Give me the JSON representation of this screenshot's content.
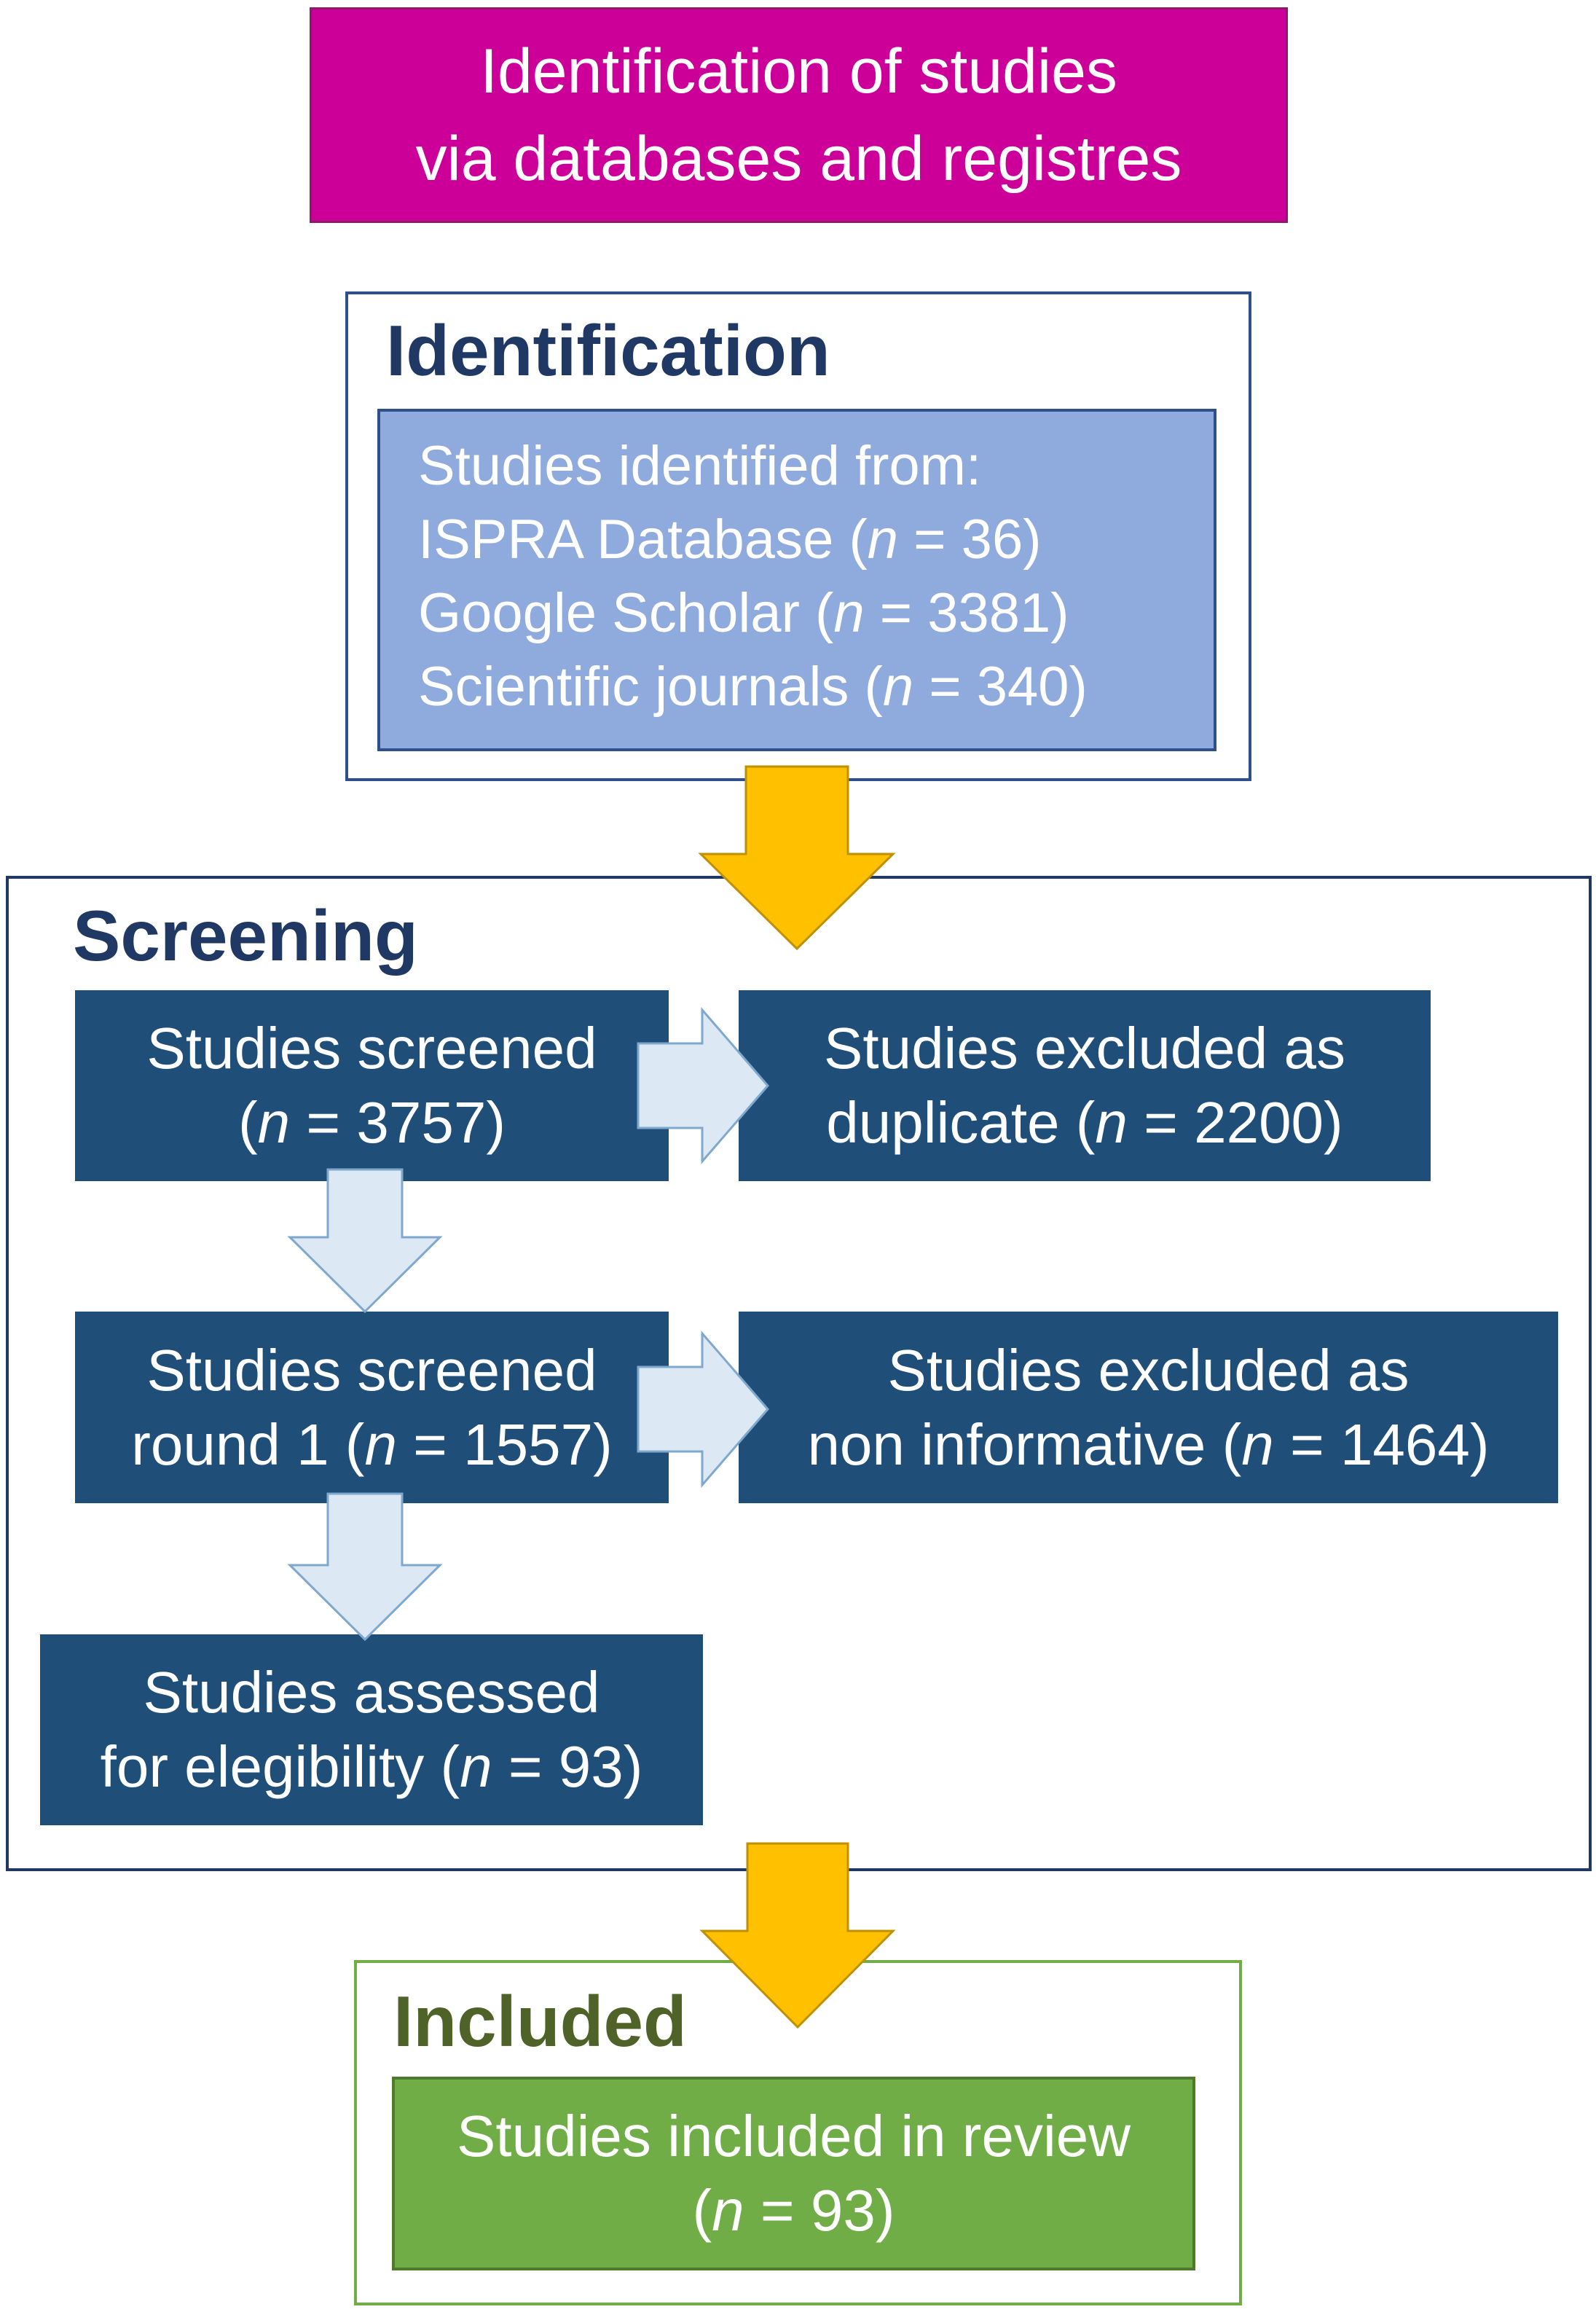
{
  "title": {
    "lines": [
      "Identification of studies",
      "via databases and registres"
    ]
  },
  "identification": {
    "heading": "Identification",
    "intro": "Studies identified from:",
    "sources": [
      {
        "name": "ISPRA Database",
        "n_label": "n",
        "n_value": " = 36)"
      },
      {
        "name": "Google Scholar",
        "n_label": "n",
        "n_value": " = 3381)"
      },
      {
        "name": "Scientific journals ",
        "n_label": "n",
        "n_value": " = 340)"
      }
    ]
  },
  "screening": {
    "heading": "Screening",
    "screened": {
      "line1": "Studies screened",
      "line2_pre": "(",
      "n_label": "n",
      "line2_post": " = 3757)"
    },
    "duplicate": {
      "line1": "Studies excluded as",
      "line2_pre": "duplicate (",
      "n_label": "n",
      "line2_post": " = 2200)"
    },
    "round1": {
      "line1": "Studies screened",
      "line2_pre": "round 1 (",
      "n_label": "n",
      "line2_post": " = 1557)"
    },
    "noninformative": {
      "line1": "Studies excluded as",
      "line2_pre": "non informative (",
      "n_label": "n",
      "line2_post": " = 1464)"
    },
    "assessed": {
      "line1": "Studies assessed",
      "line2_pre": "for elegibility (",
      "n_label": "n",
      "line2_post": " = 93)"
    }
  },
  "included": {
    "heading": "Included",
    "box": {
      "line1": "Studies included in review",
      "line2_pre": "(",
      "n_label": "n",
      "line2_post": " = 93)"
    }
  },
  "colors": {
    "title_bg": "#cc0099",
    "identification_box": "#8faadc",
    "screening_box": "#1f4e79",
    "included_box": "#70ad47",
    "flow_arrow": "#ffc000",
    "step_arrow": "#dce9f5"
  }
}
